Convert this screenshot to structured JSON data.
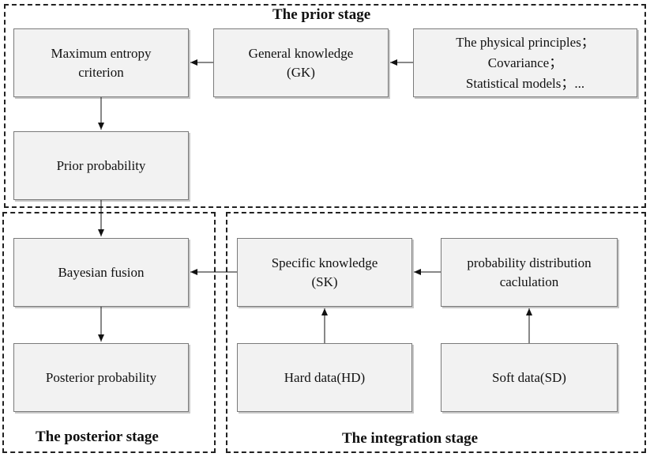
{
  "stages": {
    "prior": "The prior stage",
    "posterior": "The posterior stage",
    "integration": "The integration stage"
  },
  "boxes": {
    "max_entropy": "Maximum entropy\ncriterion",
    "general_knowledge": "General knowledge\n(GK)",
    "sources": "The physical principles；\nCovariance；\nStatistical models；...",
    "prior_probability": "Prior probability",
    "bayesian_fusion": "Bayesian fusion",
    "specific_knowledge": "Specific knowledge\n(SK)",
    "prob_dist_calc": "probability distribution\ncaclulation",
    "posterior_probability": "Posterior probability",
    "hard_data": "Hard data(HD)",
    "soft_data": "Soft data(SD)"
  }
}
